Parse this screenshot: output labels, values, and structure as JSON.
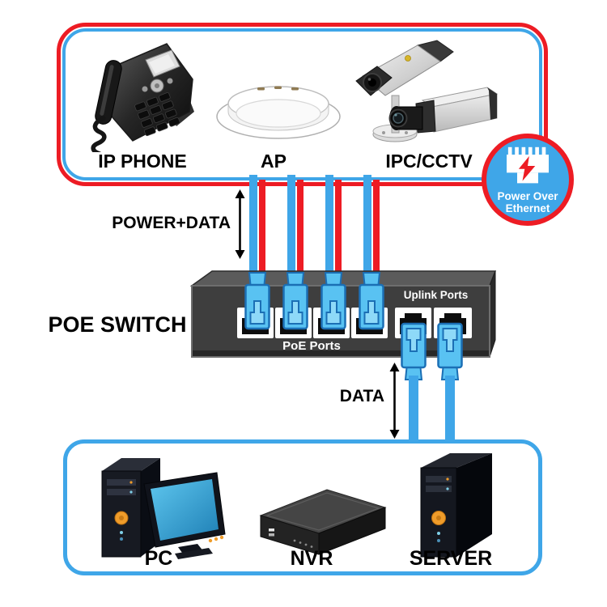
{
  "top_group": {
    "ip_phone_label": "IP PHONE",
    "ap_label": "AP",
    "ipc_cctv_label": "IPC/CCTV"
  },
  "badge": {
    "line1": "Power Over",
    "line2": "Ethernet"
  },
  "connections": {
    "power_data_label": "POWER+DATA",
    "data_label": "DATA"
  },
  "switch": {
    "title": "POE SWITCH",
    "poe_ports_label": "PoE Ports",
    "uplink_ports_label": "Uplink Ports"
  },
  "bottom_group": {
    "pc_label": "PC",
    "nvr_label": "NVR",
    "server_label": "SERVER"
  },
  "colors": {
    "red": "#ED1C24",
    "blue": "#3FA6E8",
    "connector_blue": "#59C2F2",
    "connector_outline": "#1B6FB5",
    "switch_body": "#3E3E3E",
    "port_frame": "#FFFFFF",
    "badge_fill": "#3FA6E8",
    "text": "#000000"
  }
}
